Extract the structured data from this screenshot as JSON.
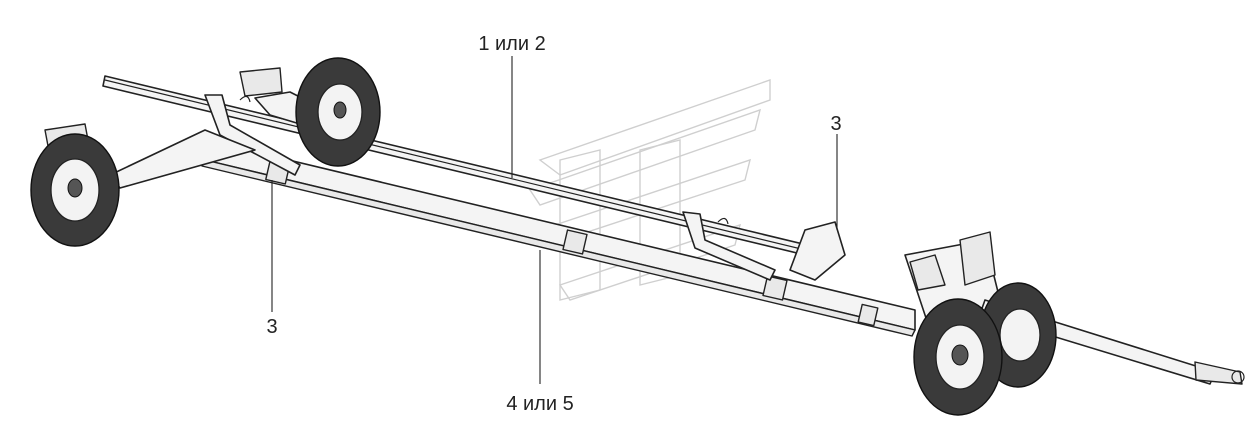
{
  "callouts": {
    "top_label": "1 или 2",
    "right_label": "3",
    "left_label": "3",
    "bottom_label": "4 или 5"
  }
}
